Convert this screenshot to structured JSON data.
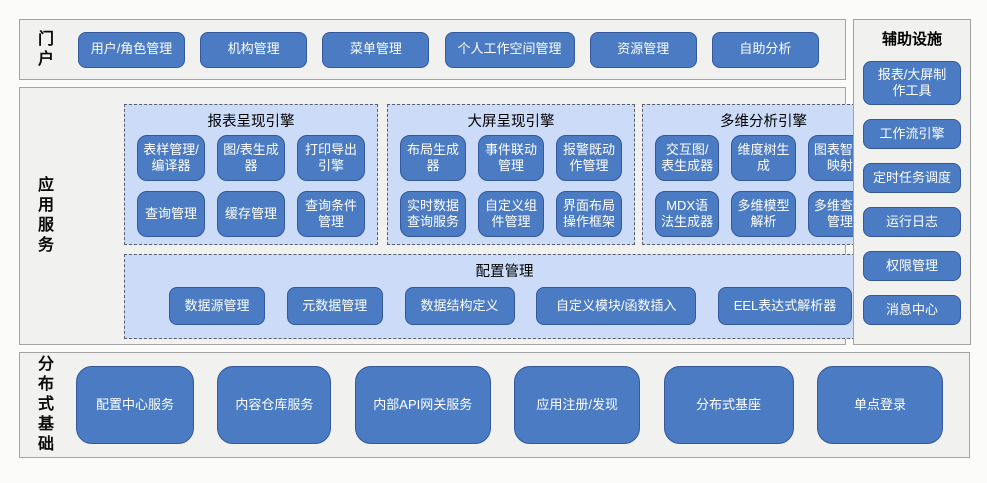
{
  "palette": {
    "node_blue": "#4a7bc3",
    "node_border": "#33589c",
    "group_bg": "#ccdcf8",
    "group_border": "#5b6068",
    "section_bg": "#f1f1ef",
    "section_border": "#a3a3a3",
    "node_text": "#ffffff"
  },
  "portal": {
    "label": "门户",
    "buttons": [
      "用户/角色管理",
      "机构管理",
      "菜单管理",
      "个人工作空间管理",
      "资源管理",
      "自助分析"
    ]
  },
  "app_services": {
    "label": "应用服务",
    "engines": [
      {
        "title": "报表呈现引擎",
        "items": [
          "表样管理/编译器",
          "图/表生成器",
          "打印导出引擎",
          "查询管理",
          "缓存管理",
          "查询条件管理"
        ]
      },
      {
        "title": "大屏呈现引擎",
        "items": [
          "布局生成器",
          "事件联动管理",
          "报警既动作管理",
          "实时数据查询服务",
          "自定义组件管理",
          "界面布局操作框架"
        ]
      },
      {
        "title": "多维分析引擎",
        "items": [
          "交互图/表生成器",
          "维度树生成",
          "图表智能映射",
          "MDX语法生成器",
          "多维模型解析",
          "多维查询管理"
        ]
      }
    ],
    "config": {
      "title": "配置管理",
      "items": [
        "数据源管理",
        "元数据管理",
        "数据结构定义",
        "自定义模块/函数插入",
        "EEL表达式解析器"
      ]
    }
  },
  "aux": {
    "title": "辅助设施",
    "buttons": [
      "报表/大屏制作工具",
      "工作流引擎",
      "定时任务调度",
      "运行日志",
      "权限管理",
      "消息中心"
    ]
  },
  "foundation": {
    "label": "分布式基础",
    "buttons": [
      "配置中心服务",
      "内容仓库服务",
      "内部API网关服务",
      "应用注册/发现",
      "分布式基座",
      "单点登录"
    ]
  }
}
